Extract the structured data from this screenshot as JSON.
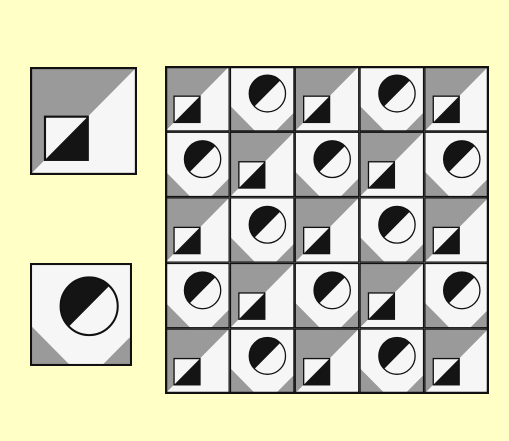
{
  "colors": {
    "background": "#ffffc6",
    "white": "#f6f6f6",
    "gray": "#9a9a9a",
    "black": "#141414",
    "line": "#111111"
  },
  "tiles": {
    "square": {
      "description_name": "square-tile",
      "parts": [
        "gray-triangle",
        "white-triangle",
        "small-square-black-triangle"
      ]
    },
    "circle": {
      "description_name": "circle-tile",
      "parts": [
        "white-triangle",
        "gray-triangle",
        "black-semicircle",
        "white-semicircle"
      ]
    }
  },
  "grid": {
    "rows": 5,
    "cols": 5,
    "cells": [
      [
        "square",
        "circle",
        "square",
        "circle",
        "square"
      ],
      [
        "circle",
        "square",
        "circle",
        "square",
        "circle"
      ],
      [
        "square",
        "circle",
        "square",
        "circle",
        "square"
      ],
      [
        "circle",
        "square",
        "circle",
        "square",
        "circle"
      ],
      [
        "square",
        "circle",
        "square",
        "circle",
        "square"
      ]
    ]
  }
}
